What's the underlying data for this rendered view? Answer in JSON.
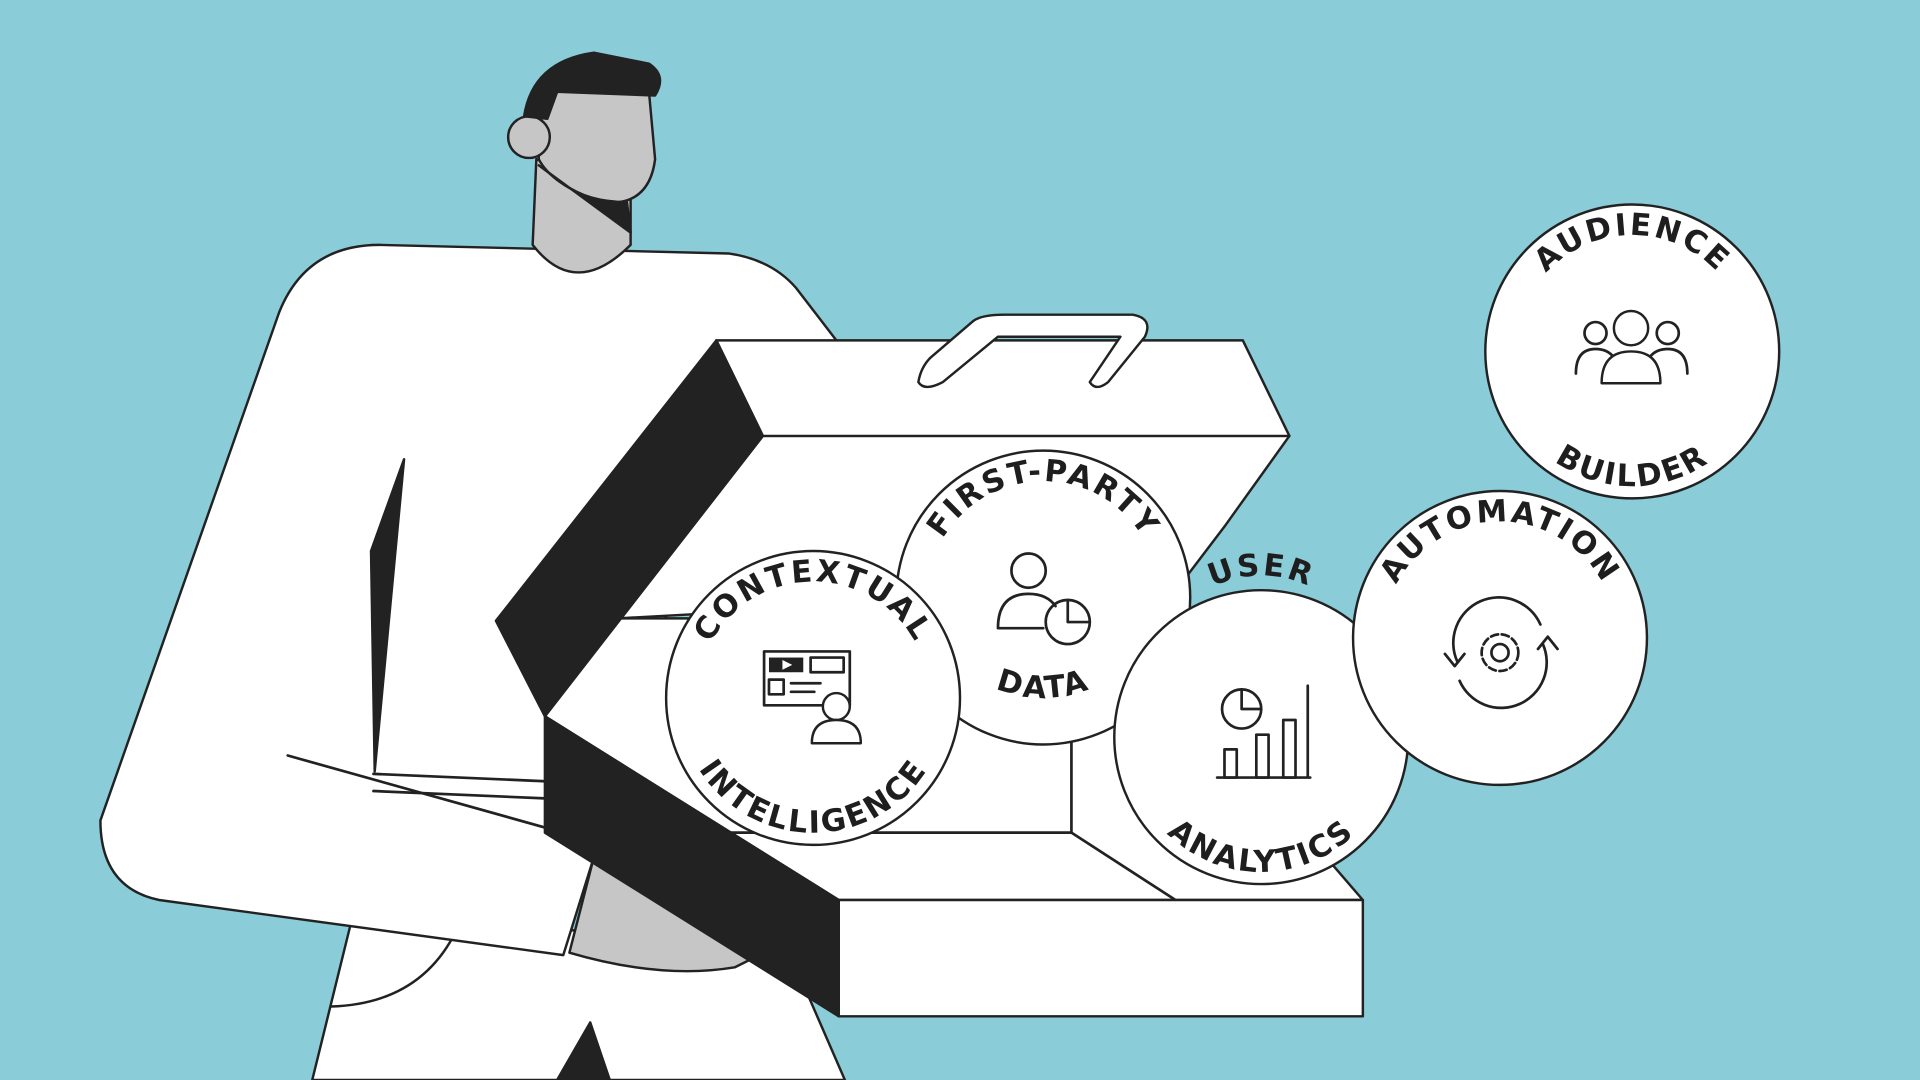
{
  "colors": {
    "background": "#8accd8",
    "ink": "#222222",
    "skin": "#c6c6c6",
    "paper": "#ffffff"
  },
  "badges": [
    {
      "id": "contextual",
      "top": "CONTEXTUAL",
      "bottom": "INTELLIGENCE",
      "icon": "video-content-user-icon"
    },
    {
      "id": "first-party",
      "top": "FIRST-PARTY",
      "bottom": "DATA",
      "icon": "user-pie-chart-icon"
    },
    {
      "id": "user-analytics",
      "top": "USER",
      "bottom": "ANALYTICS",
      "icon": "bar-chart-icon"
    },
    {
      "id": "automation",
      "top": "AUTOMATION",
      "bottom": "",
      "icon": "gear-cycle-icon"
    },
    {
      "id": "audience",
      "top": "AUDIENCE",
      "bottom": "BUILDER",
      "icon": "user-group-icon"
    }
  ]
}
